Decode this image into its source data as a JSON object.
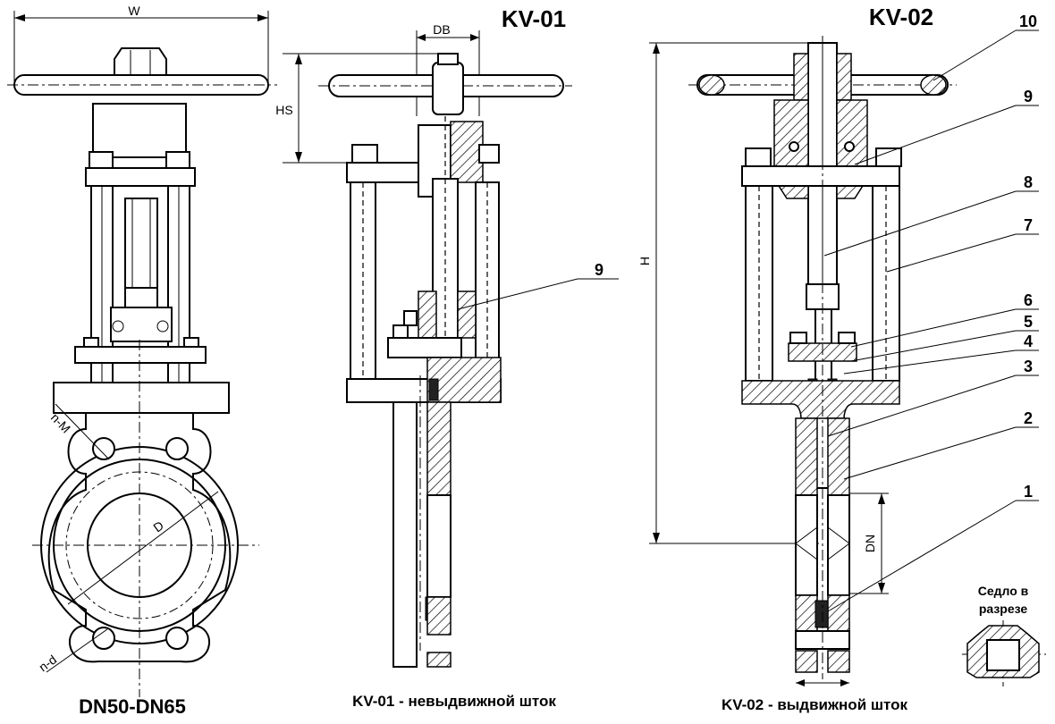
{
  "titles": {
    "kv01": "KV-01",
    "kv02": "KV-02"
  },
  "captions": {
    "size_range": "DN50-DN65",
    "kv01": "KV-01 - невыдвижной шток",
    "kv02": "KV-02 - выдвижной шток"
  },
  "dimensions": {
    "w": "W",
    "hs": "HS",
    "db": "DB",
    "h": "H",
    "dn": "DN",
    "d": "D",
    "n_m": "n-M",
    "n_d": "n-d"
  },
  "callouts": {
    "kv01": [
      "9"
    ],
    "kv02": [
      "10",
      "9",
      "8",
      "7",
      "6",
      "5",
      "4",
      "3",
      "2",
      "1"
    ]
  },
  "seat_label": {
    "line1": "Седло в",
    "line2": "разрезе"
  }
}
